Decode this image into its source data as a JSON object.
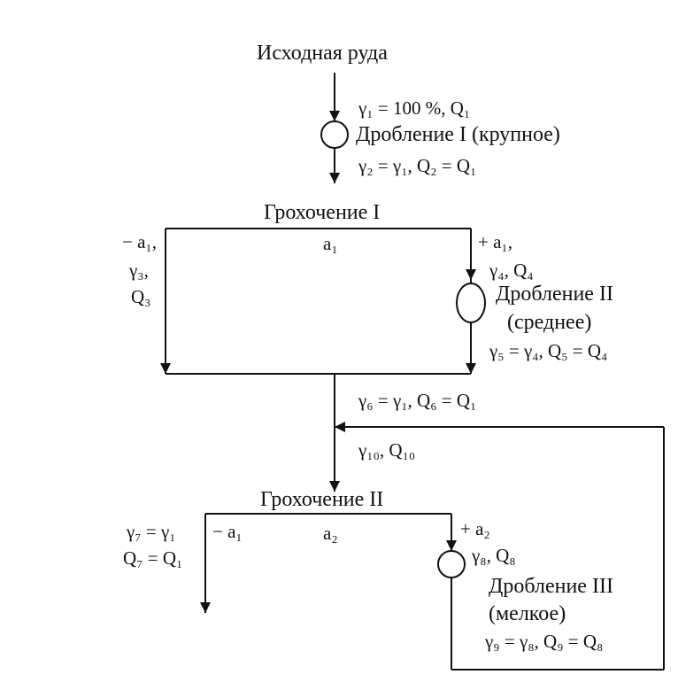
{
  "nodes": {
    "source": "Исходная руда",
    "crush1": "Дробление I (крупное)",
    "screen1": "Грохочение I",
    "crush2_a": "Дробление II",
    "crush2_b": "(среднее)",
    "screen2": "Грохочение II",
    "crush3_a": "Дробление III",
    "crush3_b": "(мелкое)"
  },
  "labels": {
    "in_flow": "γ₁ = 100 %, Q₁",
    "after_crush1": "γ₂ = γ₁, Q₂ = Q₁",
    "s1_center": "a₁",
    "s1_minus_1": "− a₁,",
    "s1_minus_2": "γ₃,",
    "s1_minus_3": "Q₃",
    "s1_plus_1": "+ a₁,",
    "s1_plus_2": "γ₄, Q₄",
    "after_crush2": "γ₅ = γ₄, Q₅ = Q₄",
    "combined": "γ₆ = γ₁, Q₆ = Q₁",
    "recycle": "γ₁₀, Q₁₀",
    "s2_center": "a₂",
    "s2_minus": "− a₁",
    "s2_out_1": "γ₇ = γ₁",
    "s2_out_2": "Q₇ = Q₁",
    "s2_plus": "+ a₂",
    "s2_plus_flow": "γ₈, Q₈",
    "after_crush3": "γ₉ = γ₈, Q₉ = Q₈"
  }
}
